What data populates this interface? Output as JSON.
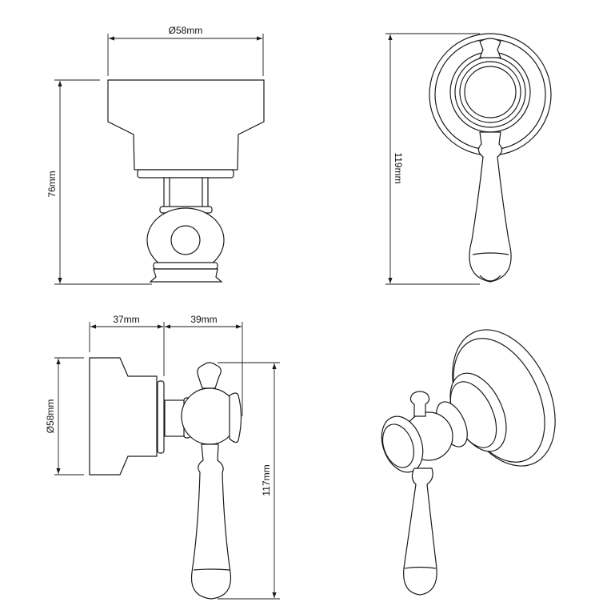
{
  "views": {
    "front": {
      "width_label": "Ø58mm",
      "height_label": "76mm"
    },
    "side_top": {
      "height_label": "119mm"
    },
    "side_bottom": {
      "plate_depth_label": "37mm",
      "handle_depth_label": "39mm",
      "diameter_label": "Ø58mm",
      "height_label": "117mm"
    },
    "isometric": {}
  },
  "colors": {
    "line": "#1a1a1a",
    "background": "#ffffff"
  }
}
